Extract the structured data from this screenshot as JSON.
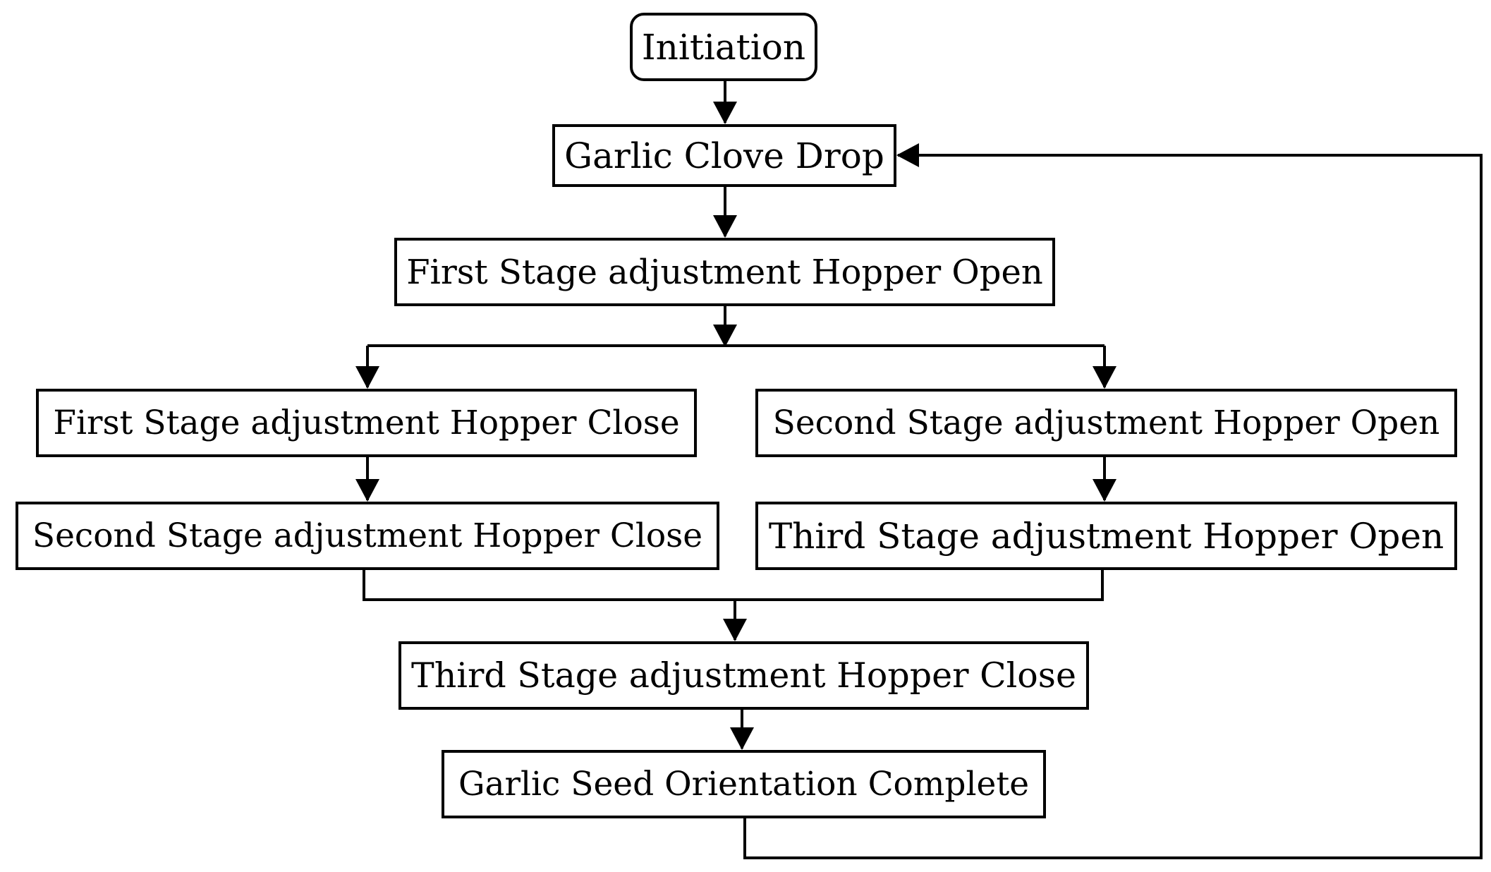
{
  "nodes": {
    "initiation": "Initiation",
    "garlic_clove_drop": "Garlic Clove Drop",
    "first_stage_open": "First Stage adjustment Hopper Open",
    "first_stage_close": "First Stage adjustment Hopper Close",
    "second_stage_open": "Second Stage adjustment Hopper Open",
    "second_stage_close": "Second Stage adjustment Hopper Close",
    "third_stage_open": "Third Stage adjustment Hopper Open",
    "third_stage_close": "Third Stage adjustment Hopper Close",
    "orientation_complete": "Garlic Seed Orientation Complete"
  },
  "colors": {
    "line": "#000000",
    "background": "#ffffff"
  }
}
